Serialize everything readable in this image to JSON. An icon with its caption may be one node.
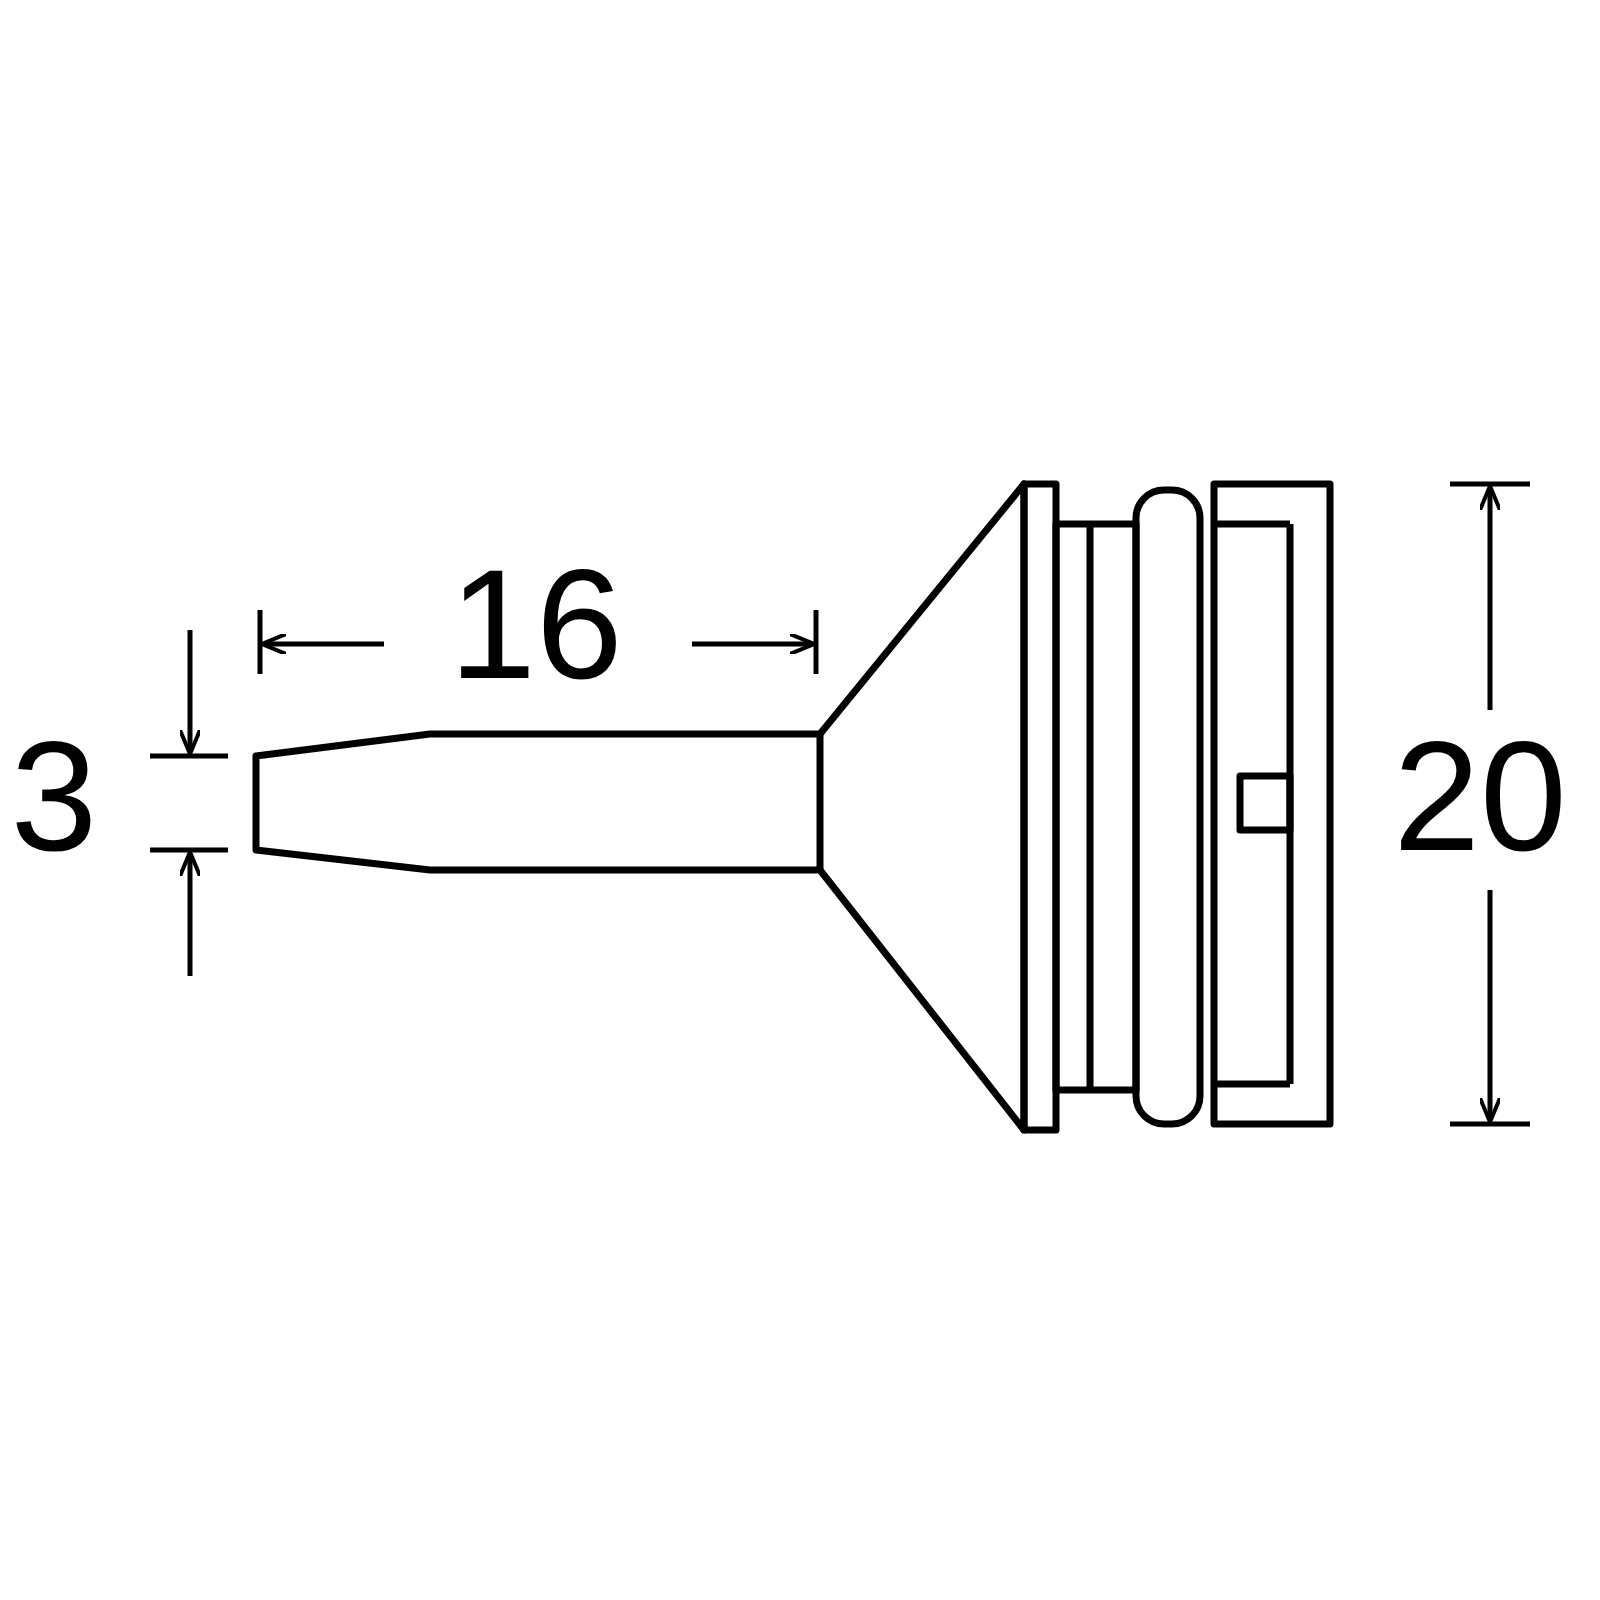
{
  "diagram": {
    "labels": [
      "16",
      "3",
      "20"
    ]
  }
}
